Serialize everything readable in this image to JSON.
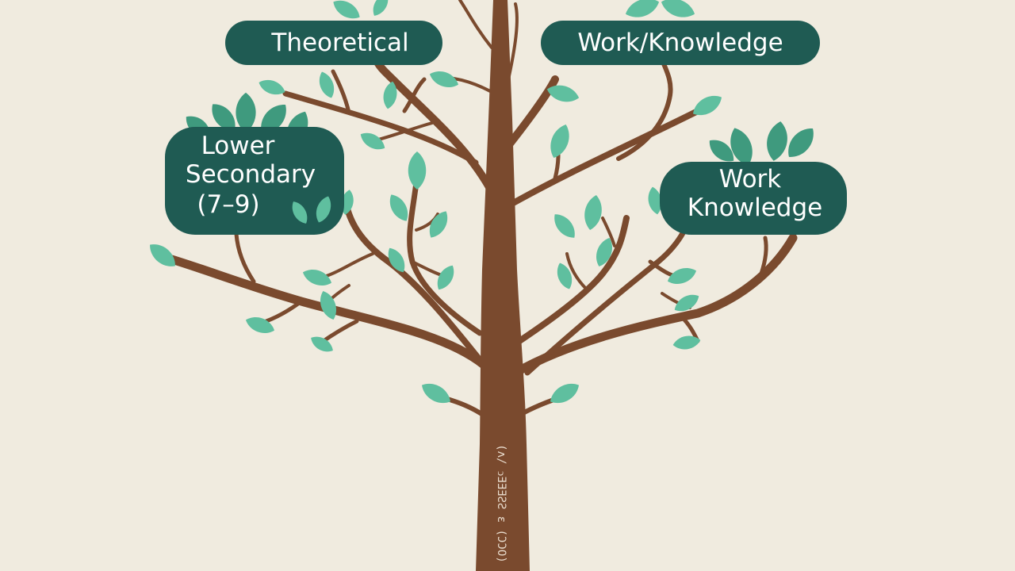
{
  "colors": {
    "background": "#f0ebdf",
    "trunk": "#7a4a2e",
    "branch": "#7a4a2e",
    "leaf": "#5fbf9f",
    "leaf_dark": "#3f9a7e",
    "label_bg": "#1f5b53",
    "label_text": "#ffffff"
  },
  "labels": {
    "top_left": "Theoretical",
    "top_right": "Work/Knowledge",
    "mid_left": [
      "Lower",
      "Secondary",
      "(7–9)"
    ],
    "mid_right": [
      "Work",
      "Knowledge"
    ]
  },
  "trunk_text": "(ʌ/ ↄƎƎƎƧƧ ɛ (ƆƆO)"
}
